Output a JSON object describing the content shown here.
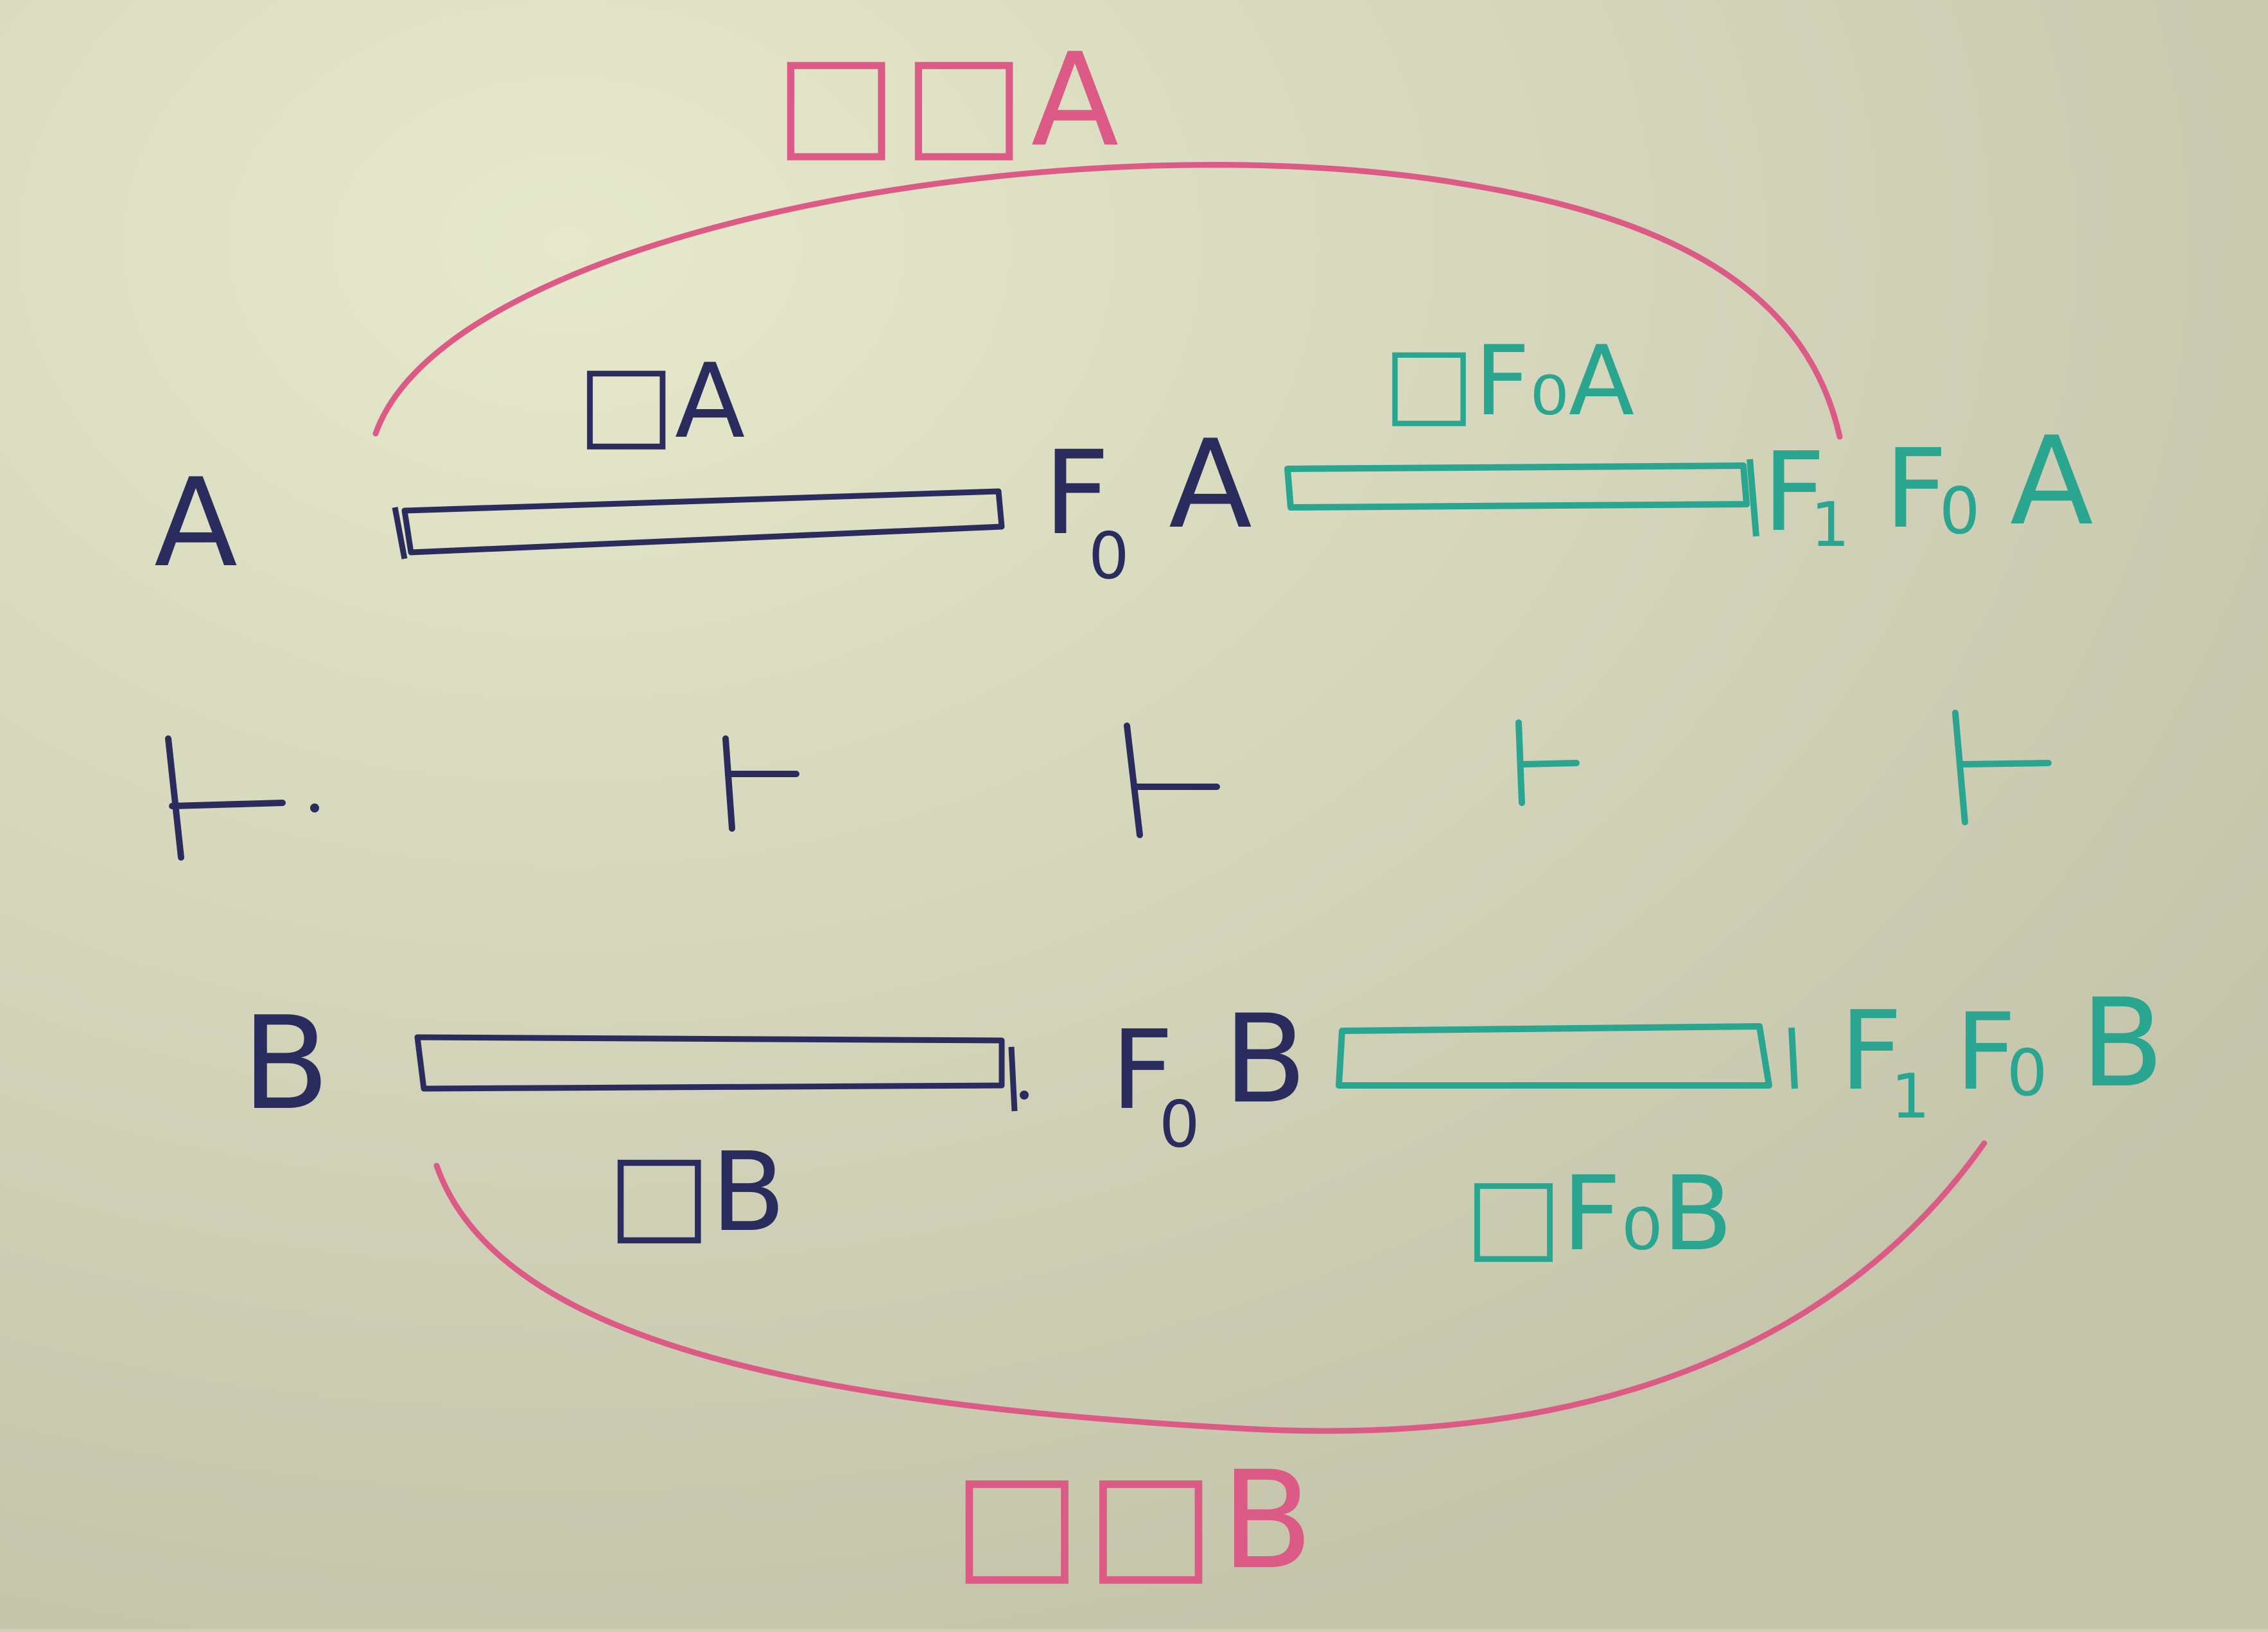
{
  "colors": {
    "board": "#cfd0b6",
    "navy_marker": "#2b2c5e",
    "green_marker": "#2aa58f",
    "pink_marker": "#dc5a86"
  },
  "top_row": {
    "start_label": "A",
    "step1_label": "□A",
    "mid_object": "A",
    "mid_functor": "F",
    "mid_subscript": "0",
    "step2_label": "□F₀A",
    "end_f1": "F",
    "end_f1_sub": "1",
    "end_f0": "F",
    "end_f0_sub": "0",
    "end_object": "A",
    "arc_label": "□□A"
  },
  "turnstile_row": {
    "symbol": "⊢",
    "count": 5
  },
  "bottom_row": {
    "start_label": "B",
    "step1_label": "□B",
    "mid_object": "B",
    "mid_functor": "F",
    "mid_subscript": "0",
    "step2_label": "□F₀B",
    "end_f1": "F",
    "end_f1_sub": "1",
    "end_f0": "F",
    "end_f0_sub": "0",
    "end_object": "B",
    "arc_label": "□□B"
  }
}
